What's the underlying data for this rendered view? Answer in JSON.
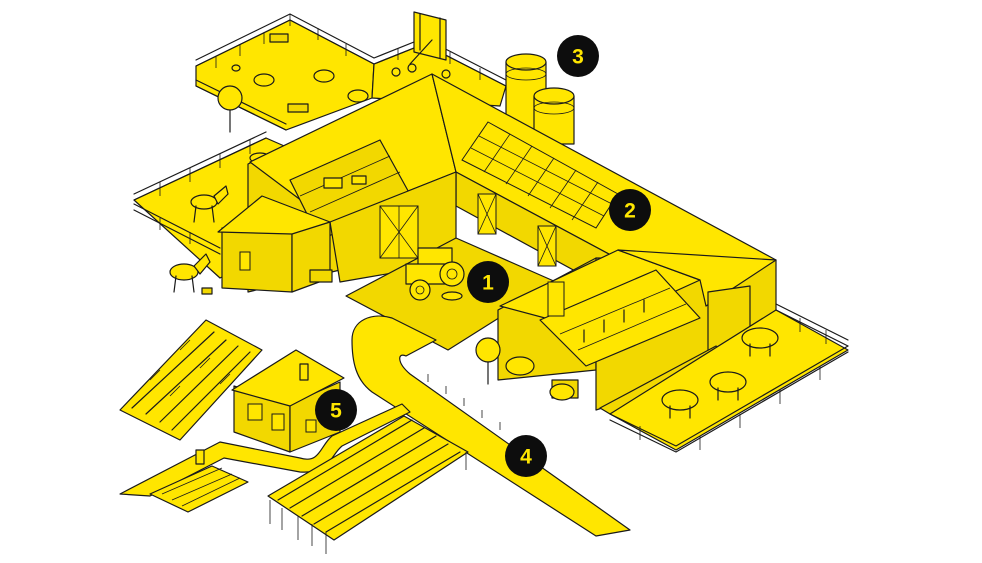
{
  "colors": {
    "primary_yellow": "#FFE600",
    "outline": "#1a1a1a",
    "badge_fill": "#0d0d0d",
    "badge_text": "#FFE600",
    "background": "#ffffff"
  },
  "callouts": [
    {
      "id": "tractor-yard",
      "label": "1"
    },
    {
      "id": "solar-roof",
      "label": "2"
    },
    {
      "id": "silos",
      "label": "3"
    },
    {
      "id": "driveway",
      "label": "4"
    },
    {
      "id": "farmhouse",
      "label": "5"
    }
  ]
}
